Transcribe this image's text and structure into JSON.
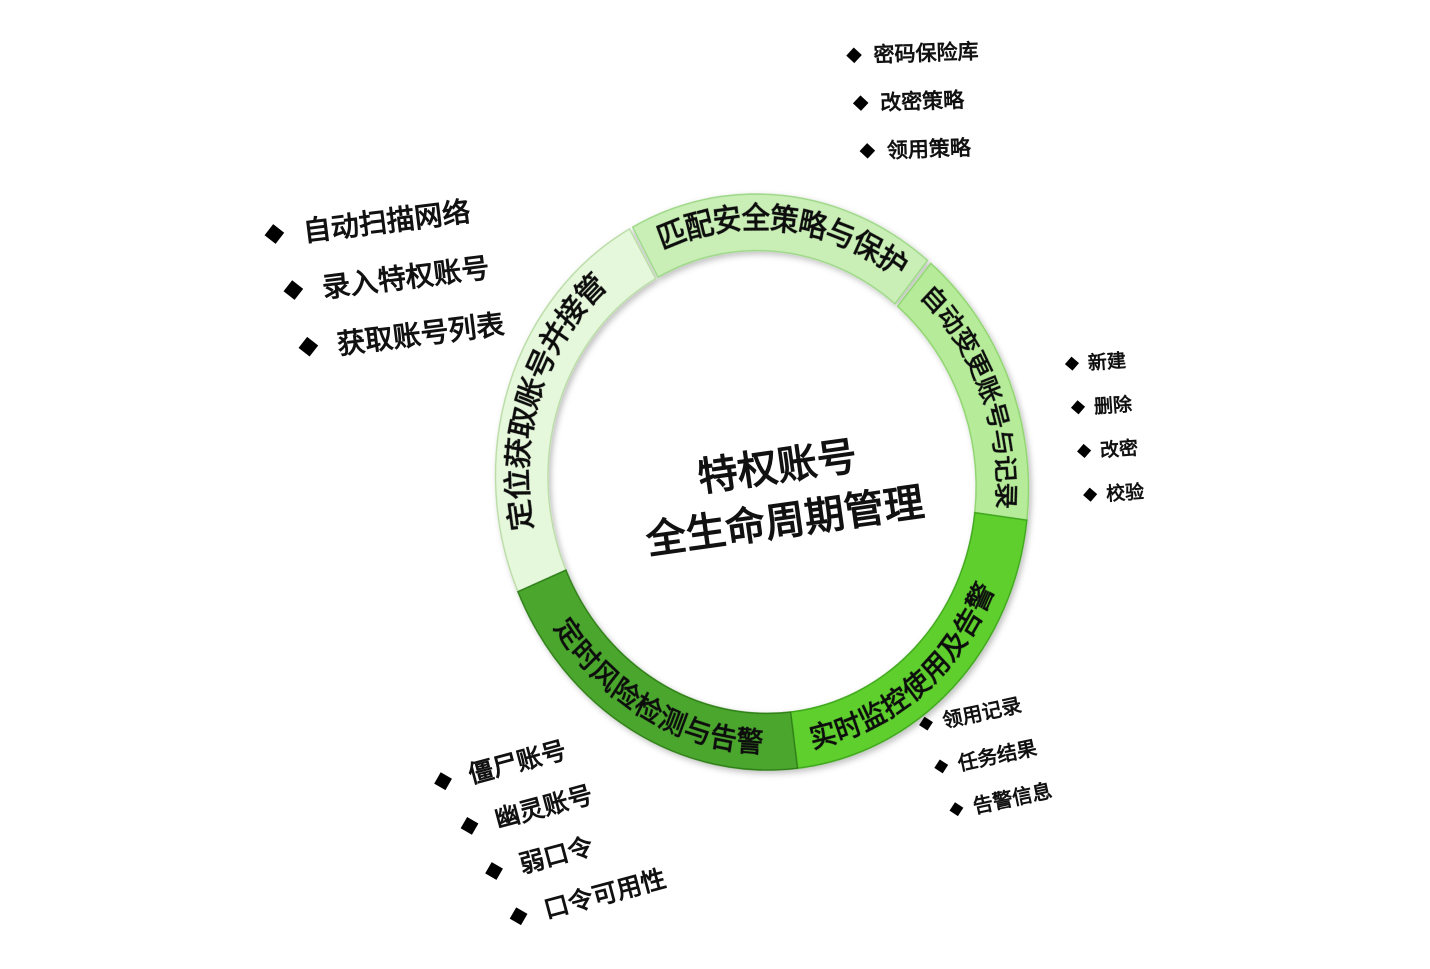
{
  "center": {
    "line1": "特权账号",
    "line2": "全生命周期管理"
  },
  "segments": [
    {
      "label": "定位获取账号并接管",
      "color": "#e4f7da"
    },
    {
      "label": "匹配安全策略与保护",
      "color": "#c8efb4"
    },
    {
      "label": "自动变更账号与记录",
      "color": "#b3ea97"
    },
    {
      "label": "实时监控使用及告警",
      "color": "#5ccd2a"
    },
    {
      "label": "定时风险检测与告警",
      "color": "#4aa52c"
    }
  ],
  "bullet_groups": [
    {
      "name": "discover",
      "items": [
        "自动扫描网络",
        "录入特权账号",
        "获取账号列表"
      ]
    },
    {
      "name": "policy",
      "items": [
        "密码保险库",
        "改密策略",
        "领用策略"
      ]
    },
    {
      "name": "change",
      "items": [
        "新建",
        "删除",
        "改密",
        "校验"
      ]
    },
    {
      "name": "monitor",
      "items": [
        "领用记录",
        "任务结果",
        "告警信息"
      ]
    },
    {
      "name": "risk",
      "items": [
        "僵尸账号",
        "幽灵账号",
        "弱口令",
        "口令可用性"
      ]
    }
  ],
  "icons": {
    "bullet": "diamond-bullet-icon"
  }
}
